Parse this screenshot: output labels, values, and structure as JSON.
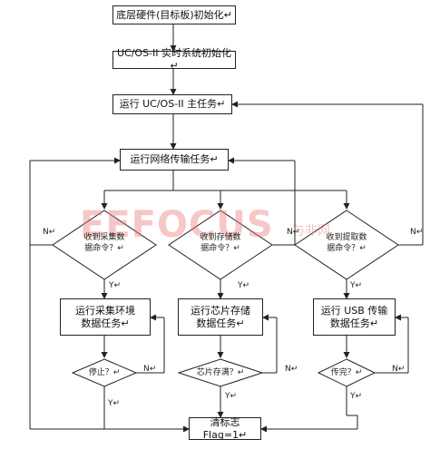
{
  "boxes": {
    "hw_init": "底层硬件(目标板)初始化↵",
    "os_init": "UC/OS-II 实时系统初始化↵",
    "main_task": "运行 UC/OS-II 主任务↵",
    "net_task": "运行网络传输任务↵",
    "collect_task_l1": "运行采集环境",
    "collect_task_l2": "数据任务↵",
    "store_task_l1": "运行芯片存储",
    "store_task_l2": "数据任务↵",
    "usb_task_l1": "运行 USB 传输",
    "usb_task_l2": "数据任务↵",
    "flag": "清标志 Flag=1↵"
  },
  "decisions": {
    "collect_cmd_l1": "收到采集数",
    "collect_cmd_l2": "据命令？↵",
    "store_cmd_l1": "收到存储数",
    "store_cmd_l2": "据命令？↵",
    "fetch_cmd_l1": "收到提取数",
    "fetch_cmd_l2": "据命令？↵",
    "collect_done": "停止？↵",
    "store_done": "芯片存满？↵",
    "usb_done": "传完？↵"
  },
  "branch_labels": {
    "n_left": "N↵",
    "n_mid": "N↵",
    "n_right": "N↵",
    "y_collect": "Y↵",
    "y_store": "Y↵",
    "y_fetch": "Y↵",
    "n_collect_done": "N↵",
    "n_store_done": "N↵",
    "n_usb_done": "N↵",
    "y_collect_done": "Y↵",
    "y_store_done": "Y↵",
    "y_usb_done": "Y↵"
  },
  "watermark": {
    "brand": "EEFOCUS",
    "chinese": "与非网"
  }
}
